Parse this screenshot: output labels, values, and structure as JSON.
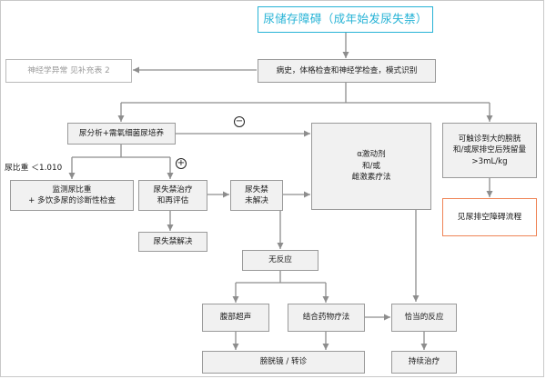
{
  "title": "尿储存障碍（成年始发尿失禁）",
  "nodes": {
    "history": "病史，体格检查和神经学检查，模式识别",
    "neuro_ref": "神经学异常 见补充表 2",
    "urinalysis": "尿分析+需氧细菌尿培养",
    "sg_label": "尿比重 ＜1.010",
    "monitor": "监测尿比重\n+ 多饮多尿的诊断性检查",
    "treat_reeval": "尿失禁治疗\n和再评估",
    "unresolved": "尿失禁\n未解决",
    "resolved": "尿失禁解决",
    "alpha": "α激动剂\n和/或\n雌激素疗法",
    "bladder": "可触诊到大的膀胱\n和/或尿排空后残留量\n>3mL/kg",
    "retention_ref": "见尿排空障碍流程",
    "no_response": "无反应",
    "ultrasound": "腹部超声",
    "combo": "结合药物疗法",
    "response": "恰当的反应",
    "cysto": "膀胱镜 / 转诊",
    "continue": "持续治疗"
  },
  "symbols": {
    "negative": "−",
    "positive": "+"
  },
  "colors": {
    "title_border": "#27b3d6",
    "orange_border": "#ef8456",
    "box_fill": "#f1f1f1",
    "ghost_border": "#b9b9b9",
    "arrow": "#8d8d8d"
  }
}
